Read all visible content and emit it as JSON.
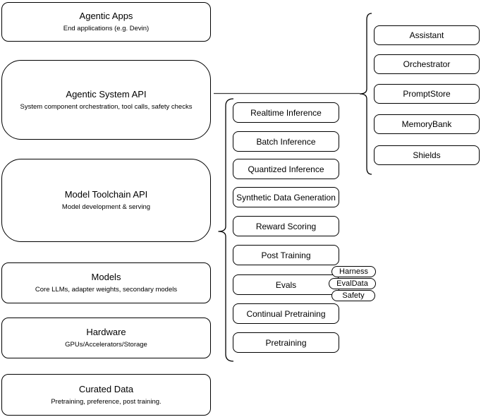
{
  "diagram": {
    "left_stack": [
      {
        "title": "Agentic Apps",
        "subtitle": "End applications (e.g. Devin)"
      },
      {
        "title": "Agentic System API",
        "subtitle": "System component orchestration, tool calls, safety checks"
      },
      {
        "title": "Model Toolchain API",
        "subtitle": "Model development & serving"
      },
      {
        "title": "Models",
        "subtitle": "Core LLMs, adapter weights, secondary models"
      },
      {
        "title": "Hardware",
        "subtitle": "GPUs/Accelerators/Storage"
      },
      {
        "title": "Curated Data",
        "subtitle": "Pretraining, preference, post training."
      }
    ],
    "toolchain_items": [
      "Realtime Inference",
      "Batch Inference",
      "Quantized Inference",
      "Synthetic Data Generation",
      "Reward Scoring",
      "Post Training",
      "Evals",
      "Continual Pretraining",
      "Pretraining"
    ],
    "eval_pills": [
      "Harness",
      "EvalData",
      "Safety"
    ],
    "system_components": [
      "Assistant",
      "Orchestrator",
      "PromptStore",
      "MemoryBank",
      "Shields"
    ],
    "colors": {
      "stroke": "#000000",
      "fill": "#ffffff",
      "text": "#000000",
      "background": "#ffffff"
    }
  }
}
